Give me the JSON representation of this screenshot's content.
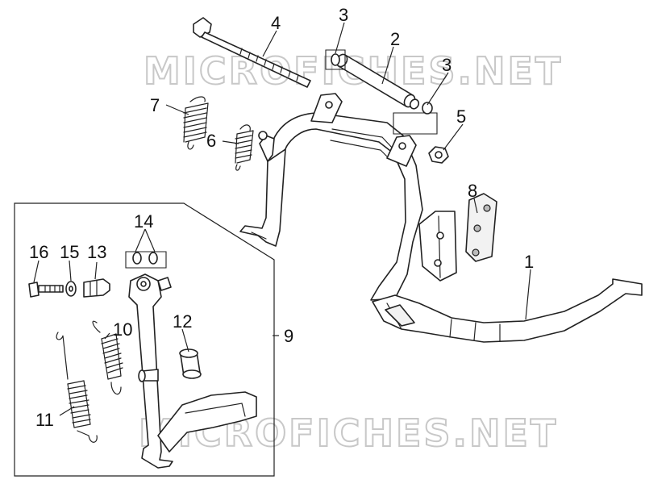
{
  "watermark": {
    "top": "MICROFICHES.NET",
    "bottom": "MICROFICHES.NET"
  },
  "callouts": {
    "c1": "1",
    "c2": "2",
    "c3a": "3",
    "c3b": "3",
    "c4": "4",
    "c5": "5",
    "c6": "6",
    "c7": "7",
    "c8": "8",
    "c9": "9",
    "c10": "10",
    "c11": "11",
    "c12": "12",
    "c13": "13",
    "c14": "14",
    "c15": "15",
    "c16": "16"
  }
}
